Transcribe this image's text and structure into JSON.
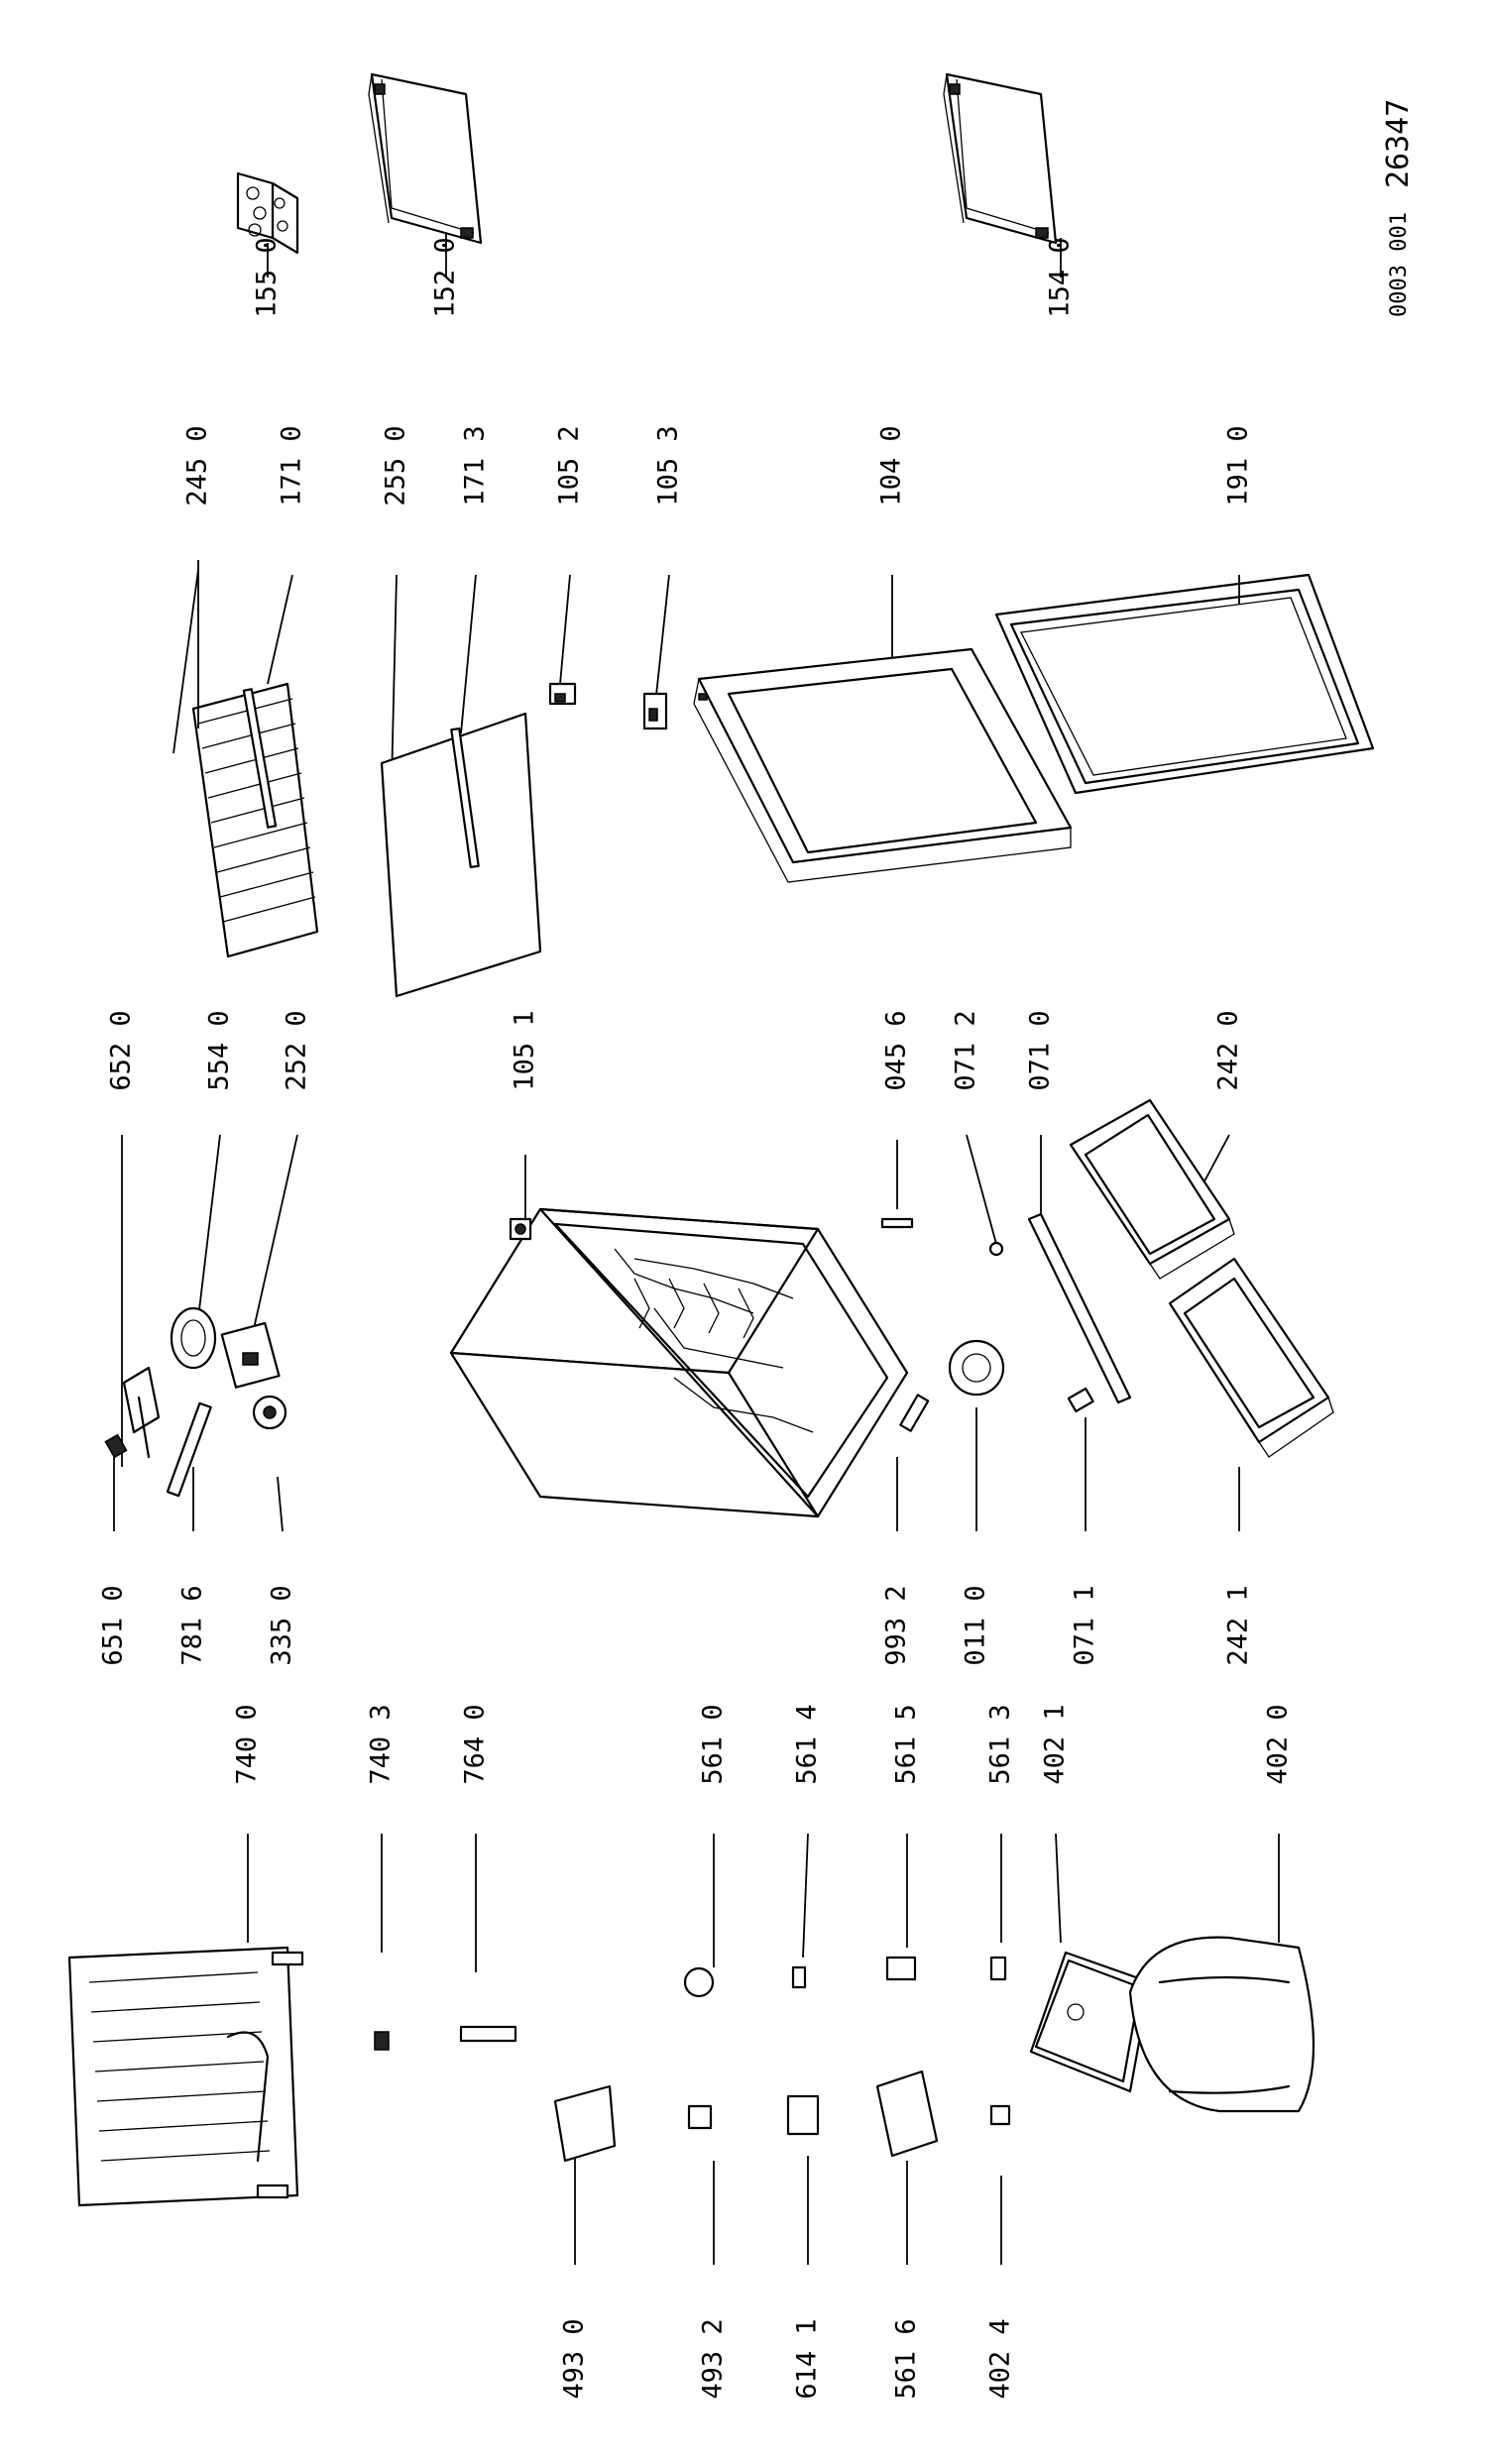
{
  "reference": {
    "code": "0003 001",
    "number": "26347"
  },
  "parts": [
    {
      "id": "p155",
      "label": "155 0"
    },
    {
      "id": "p152",
      "label": "152 0"
    },
    {
      "id": "p154",
      "label": "154 0"
    },
    {
      "id": "p245",
      "label": "245 0"
    },
    {
      "id": "p1710",
      "label": "171 0"
    },
    {
      "id": "p255",
      "label": "255 0"
    },
    {
      "id": "p1713",
      "label": "171 3"
    },
    {
      "id": "p1052",
      "label": "105 2"
    },
    {
      "id": "p1053",
      "label": "105 3"
    },
    {
      "id": "p104",
      "label": "104 0"
    },
    {
      "id": "p191",
      "label": "191 0"
    },
    {
      "id": "p652",
      "label": "652 0"
    },
    {
      "id": "p554",
      "label": "554 0"
    },
    {
      "id": "p252",
      "label": "252 0"
    },
    {
      "id": "p1051",
      "label": "105 1"
    },
    {
      "id": "p0456",
      "label": "045 6"
    },
    {
      "id": "p0712",
      "label": "071 2"
    },
    {
      "id": "p0710",
      "label": "071 0"
    },
    {
      "id": "p2420",
      "label": "242 0"
    },
    {
      "id": "p651",
      "label": "651 0"
    },
    {
      "id": "p7816",
      "label": "781 6"
    },
    {
      "id": "p335",
      "label": "335 0"
    },
    {
      "id": "p9932",
      "label": "993 2"
    },
    {
      "id": "p011",
      "label": "011 0"
    },
    {
      "id": "p0711",
      "label": "071 1"
    },
    {
      "id": "p2421",
      "label": "242 1"
    },
    {
      "id": "p7400",
      "label": "740 0"
    },
    {
      "id": "p7403",
      "label": "740 3"
    },
    {
      "id": "p764",
      "label": "764 0"
    },
    {
      "id": "p5610",
      "label": "561 0"
    },
    {
      "id": "p5614",
      "label": "561 4"
    },
    {
      "id": "p5615",
      "label": "561 5"
    },
    {
      "id": "p5613",
      "label": "561 3"
    },
    {
      "id": "p4021",
      "label": "402 1"
    },
    {
      "id": "p4020",
      "label": "402 0"
    },
    {
      "id": "p4930",
      "label": "493 0"
    },
    {
      "id": "p4932",
      "label": "493 2"
    },
    {
      "id": "p6141",
      "label": "614 1"
    },
    {
      "id": "p5616",
      "label": "561 6"
    },
    {
      "id": "p4024",
      "label": "402 4"
    }
  ]
}
